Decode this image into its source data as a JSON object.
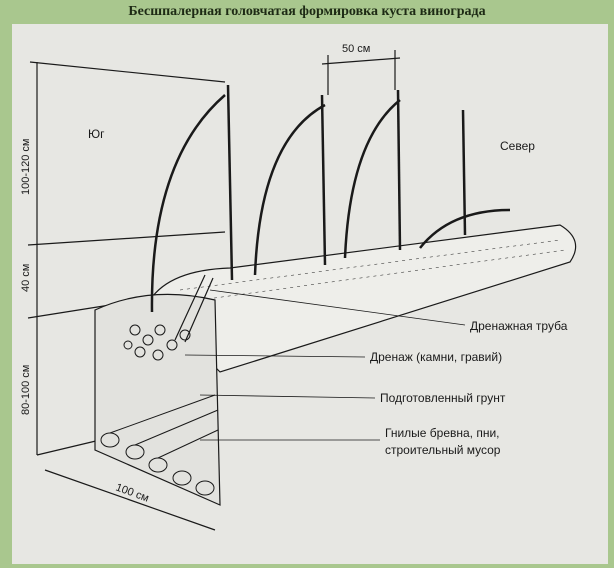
{
  "title": "Бесшпалерная головчатая формировка куста винограда",
  "labels": {
    "south": "Юг",
    "north": "Север",
    "spacing": "50 см",
    "height_top": "100-120 см",
    "height_mid": "40 см",
    "depth": "80-100 см",
    "width": "100 см",
    "drain_pipe": "Дренажная труба",
    "drainage": "Дренаж (камни, гравий)",
    "soil": "Подготовленный грунт",
    "logs_line1": "Гнилые бревна, пни,",
    "logs_line2": "строительный мусор"
  },
  "colors": {
    "background": "#a9c78e",
    "paper": "#e7e7e3",
    "ink": "#1a1a1a"
  }
}
